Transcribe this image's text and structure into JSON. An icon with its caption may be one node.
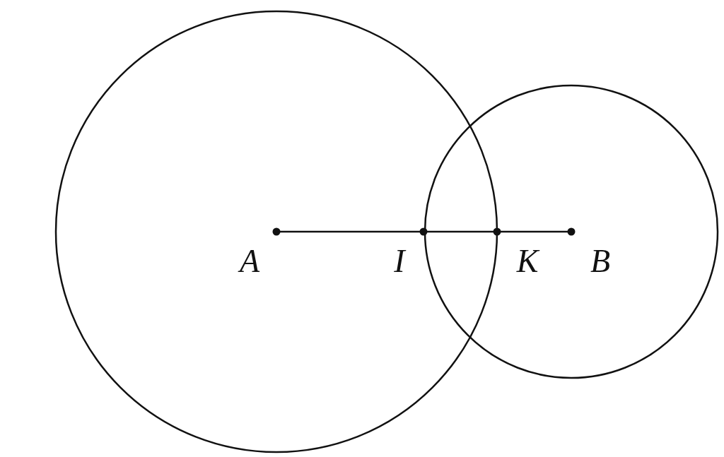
{
  "diagram": {
    "labels": [
      "A",
      "I",
      "K",
      "B"
    ]
  }
}
